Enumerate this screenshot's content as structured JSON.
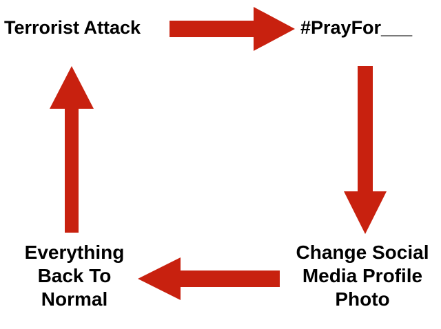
{
  "diagram": {
    "nodes": [
      {
        "id": "top-left",
        "lines": [
          "Terrorist Attack"
        ]
      },
      {
        "id": "top-right",
        "lines": [
          "#PrayFor___"
        ]
      },
      {
        "id": "bottom-right",
        "lines": [
          "Change Social",
          "Media Profile",
          "Photo"
        ]
      },
      {
        "id": "bottom-left",
        "lines": [
          "Everything",
          "Back To",
          "Normal"
        ]
      }
    ],
    "edges": [
      {
        "from": "top-left",
        "to": "top-right"
      },
      {
        "from": "top-right",
        "to": "bottom-right"
      },
      {
        "from": "bottom-right",
        "to": "bottom-left"
      },
      {
        "from": "bottom-left",
        "to": "top-left"
      }
    ],
    "colors": {
      "arrow": "#c8210f",
      "text": "#000000",
      "background": "#ffffff"
    }
  }
}
